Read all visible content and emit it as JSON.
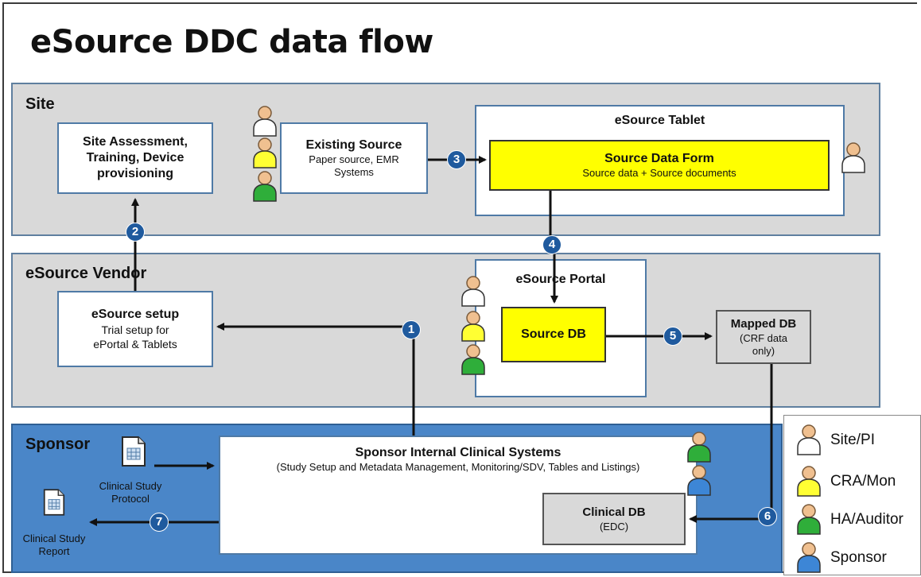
{
  "title": "eSource DDC data flow",
  "lanes": {
    "site": "Site",
    "vendor": "eSource Vendor",
    "sponsor": "Sponsor"
  },
  "boxes": {
    "site_assessment": {
      "title": "Site Assessment, Training, Device provisioning"
    },
    "existing_source": {
      "title": "Existing Source",
      "sub": "Paper source, EMR Systems"
    },
    "esource_tablet": {
      "title": "eSource Tablet"
    },
    "source_data_form": {
      "title": "Source Data Form",
      "sub": "Source data + Source documents"
    },
    "esource_setup": {
      "title": "eSource setup",
      "sub": "Trial setup for ePortal & Tablets"
    },
    "esource_portal": {
      "title": "eSource Portal"
    },
    "source_db": {
      "title": "Source DB"
    },
    "mapped_db": {
      "title": "Mapped DB",
      "sub": "(CRF data only)"
    },
    "sponsor_systems": {
      "title": "Sponsor Internal Clinical Systems",
      "sub": "(Study Setup and Metadata Management,  Monitoring/SDV, Tables and Listings)"
    },
    "clinical_db": {
      "title": "Clinical DB",
      "sub": "(EDC)"
    }
  },
  "documents": {
    "protocol": "Clinical Study Protocol",
    "report": "Clinical Study Report"
  },
  "steps": [
    "1",
    "2",
    "3",
    "4",
    "5",
    "6",
    "7"
  ],
  "legend": [
    {
      "label": "Site/PI",
      "color": "#ffffff"
    },
    {
      "label": "CRA/Mon",
      "color": "#ffff33"
    },
    {
      "label": "HA/Auditor",
      "color": "#2fae3a"
    },
    {
      "label": "Sponsor",
      "color": "#3d86d6"
    }
  ],
  "colors": {
    "site_pi": "#ffffff",
    "cra_mon": "#ffff33",
    "ha_auditor": "#2fae3a",
    "sponsor": "#3d86d6",
    "badge": "#1f5a9e",
    "highlight": "#ffff00"
  }
}
